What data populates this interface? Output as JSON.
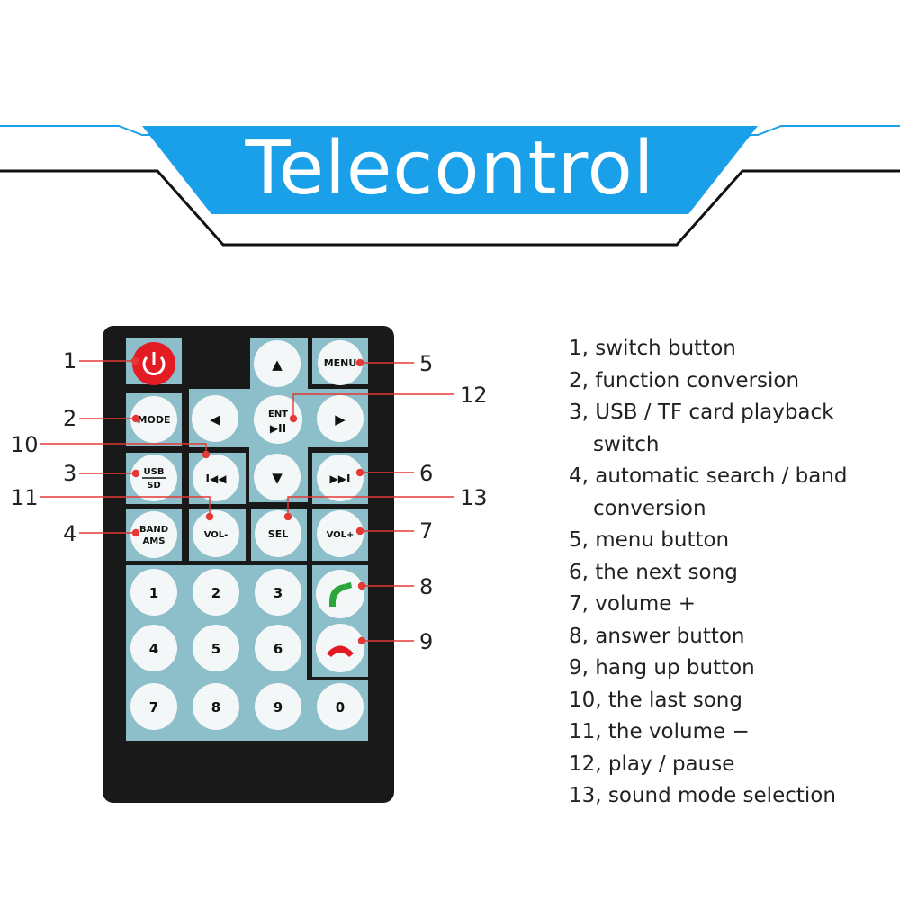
{
  "banner": {
    "title": "Telecontrol",
    "accent_color": "#1aa0e8"
  },
  "remote": {
    "buttons": {
      "power": "power-icon",
      "mode": "MODE",
      "usb": "USB",
      "sd": "SD",
      "band": "BAND",
      "ams": "AMS",
      "menu": "MENU",
      "up": "▲",
      "down": "▼",
      "left": "◀",
      "right": "▶",
      "ent": "ENT",
      "play_pause": "▶II",
      "prev": "I◀◀",
      "next": "▶▶I",
      "vol_minus": "VOL-",
      "vol_plus": "VOL+",
      "sel": "SEL",
      "num1": "1",
      "num2": "2",
      "num3": "3",
      "num4": "4",
      "num5": "5",
      "num6": "6",
      "num7": "7",
      "num8": "8",
      "num9": "9",
      "num0": "0",
      "answer": "phone-answer-icon",
      "hangup": "phone-hangup-icon"
    },
    "callout_color": "#e53935",
    "callouts": [
      "1",
      "2",
      "3",
      "4",
      "5",
      "6",
      "7",
      "8",
      "9",
      "10",
      "11",
      "12",
      "13"
    ]
  },
  "legend": [
    "1, switch button",
    "2, function conversion",
    "3, USB / TF card playback switch",
    "4, automatic search / band conversion",
    "5, menu button",
    "6, the next song",
    "7, volume +",
    "8, answer button",
    "9, hang up button",
    "10, the last song",
    "11, the volume −",
    "12, play / pause",
    "13, sound mode selection"
  ]
}
